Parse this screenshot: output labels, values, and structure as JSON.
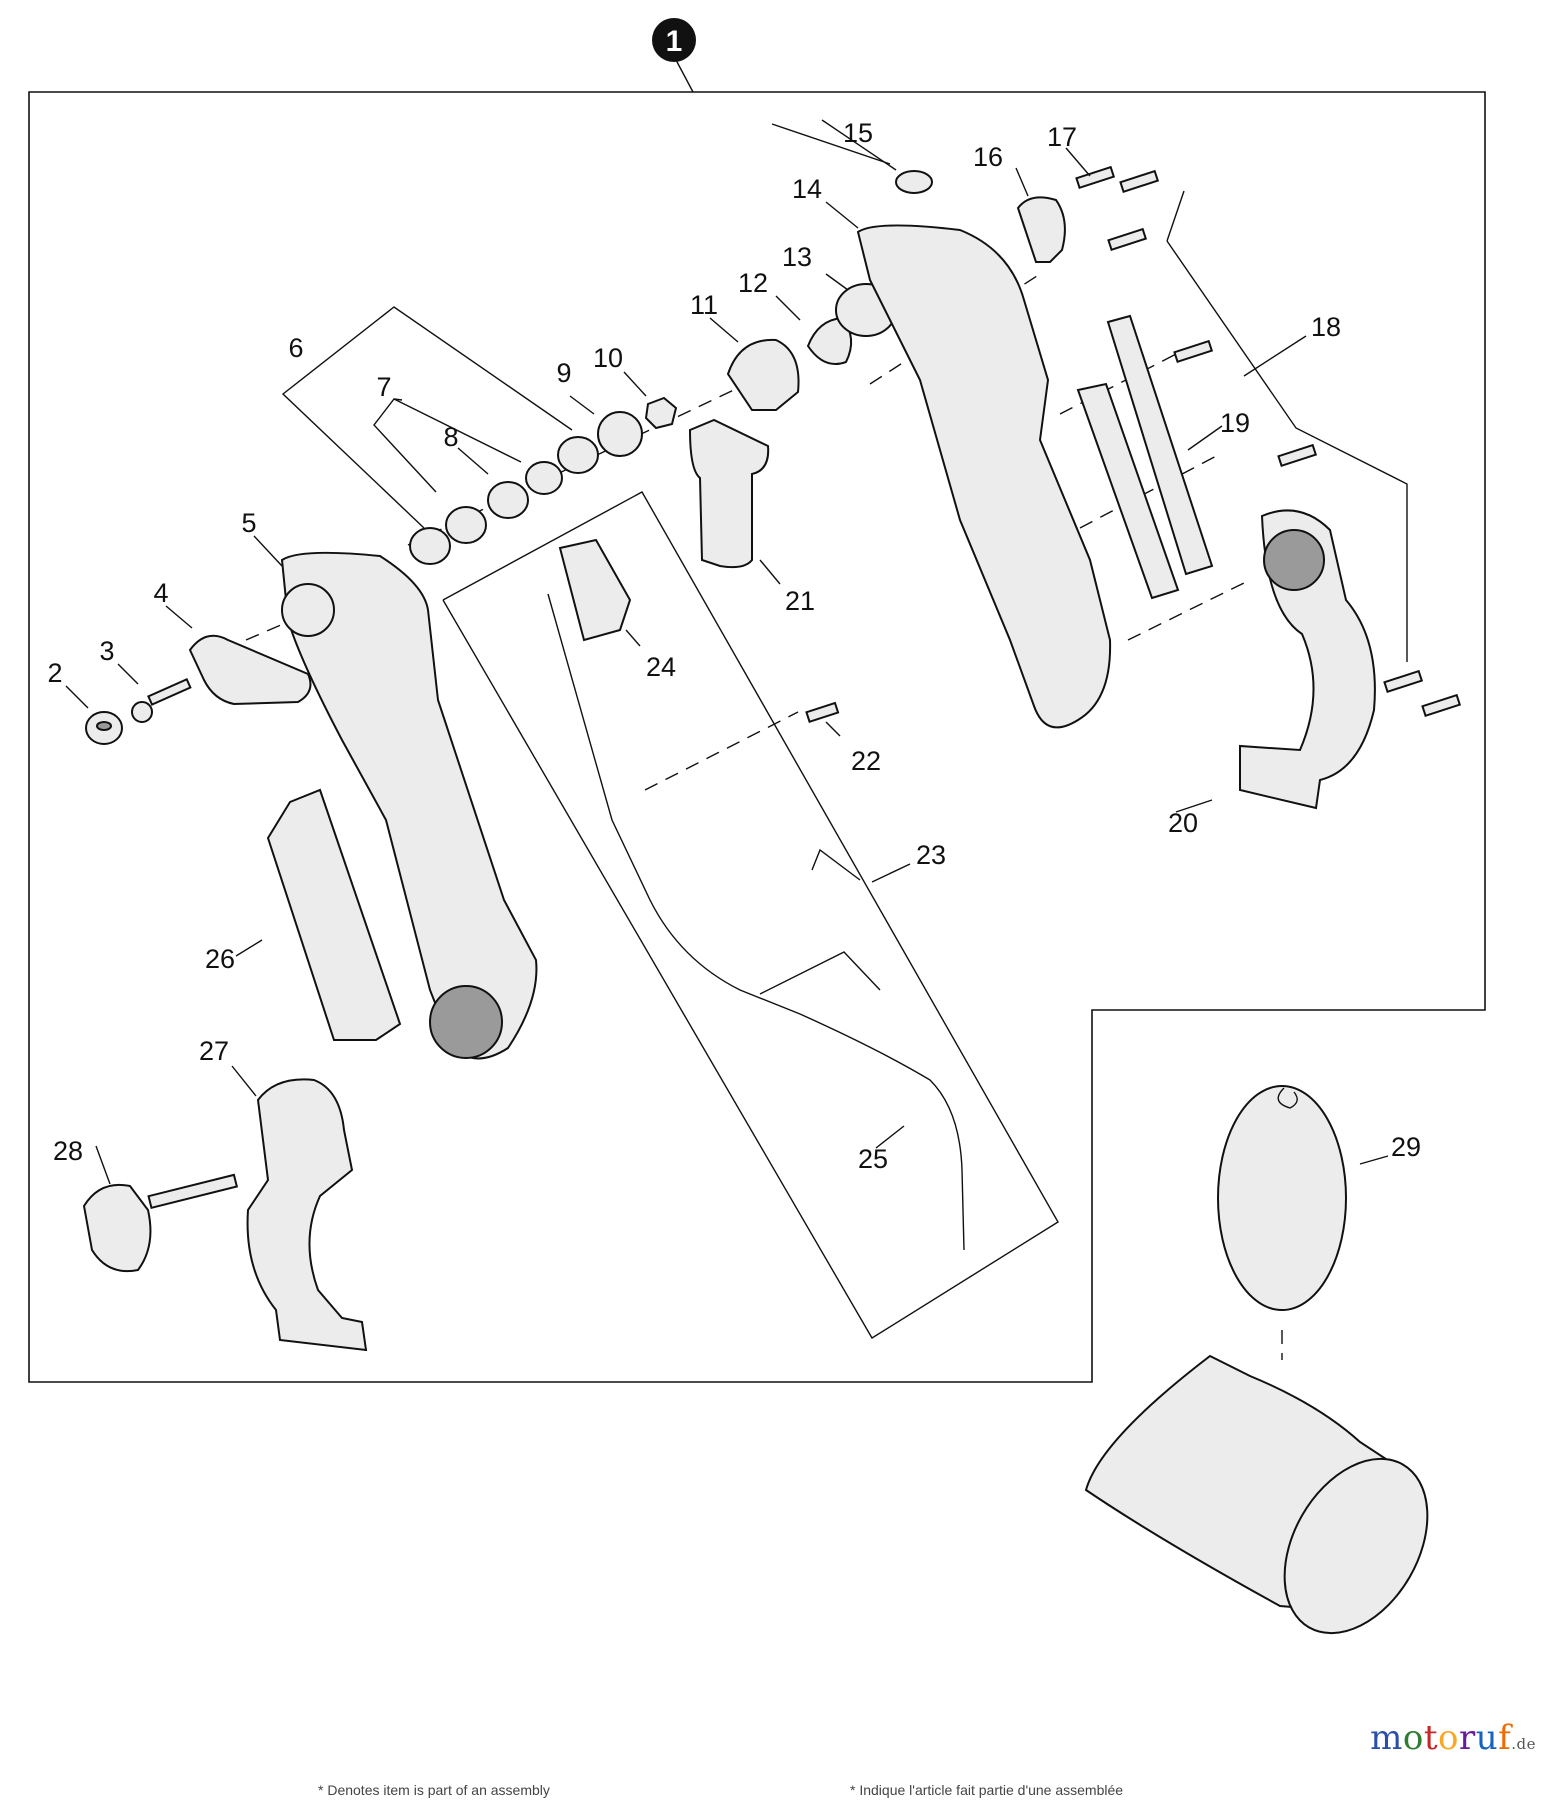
{
  "assembly_number": "1",
  "callouts": [
    "2",
    "3",
    "4",
    "5",
    "6",
    "7",
    "8",
    "9",
    "10",
    "11",
    "12",
    "13",
    "14",
    "15",
    "16",
    "17",
    "18",
    "19",
    "20",
    "21",
    "22",
    "23",
    "24",
    "25",
    "26",
    "27",
    "28",
    "29"
  ],
  "brand": {
    "parts": [
      "m",
      "o",
      "t",
      "o",
      "r",
      "u",
      "f"
    ],
    "colors": [
      "#2b4fa8",
      "#2e7d32",
      "#c62828",
      "#f9a825",
      "#6a1b9a",
      "#1565c0",
      "#ef6c00"
    ],
    "suffix": ".de"
  },
  "footnotes": {
    "en": "* Denotes item is part of an assembly",
    "fr": "* Indique l'article fait partie d'une assemblée"
  }
}
